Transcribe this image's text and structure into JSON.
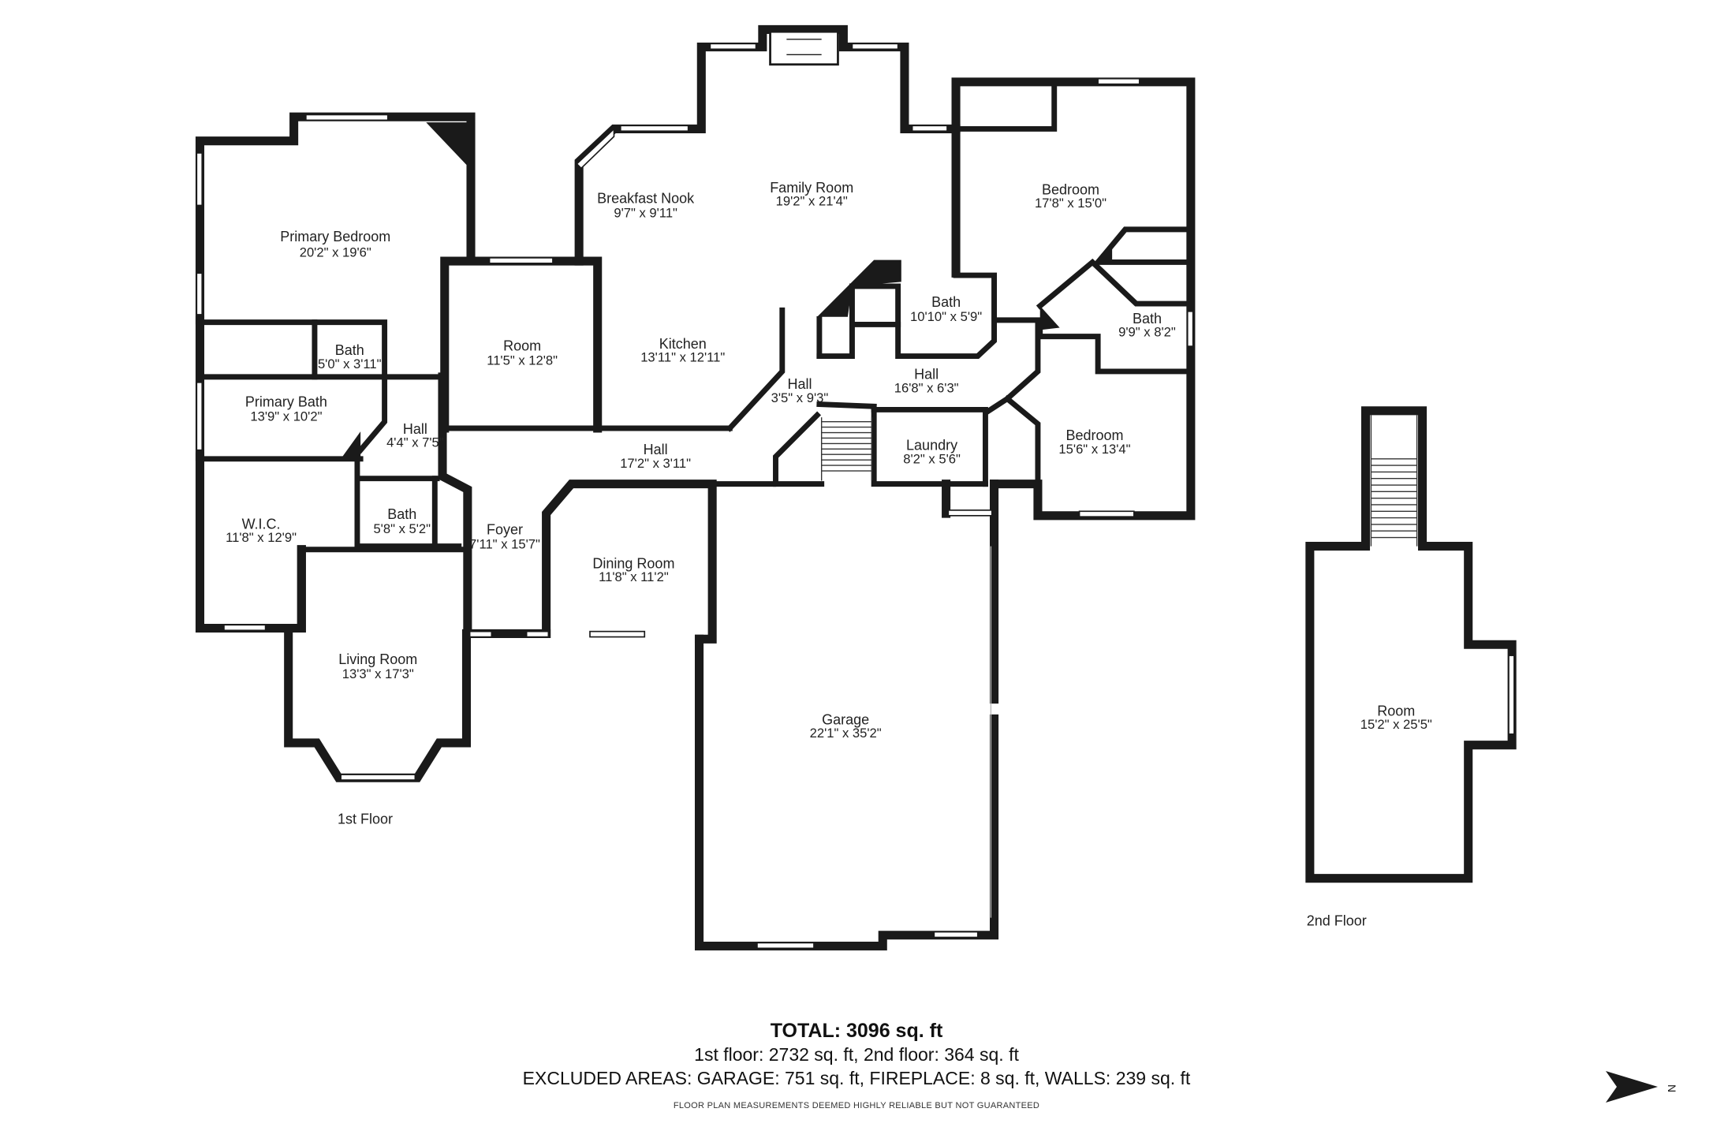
{
  "floors": [
    {
      "label": "1st Floor",
      "rooms": [
        {
          "name": "Primary Bedroom",
          "dims": "20'2\" x 19'6\""
        },
        {
          "name": "Bath",
          "dims": "5'0\" x 3'11\""
        },
        {
          "name": "Primary Bath",
          "dims": "13'9\" x 10'2\""
        },
        {
          "name": "Hall",
          "dims": "4'4\" x 7'5\""
        },
        {
          "name": "W.I.C.",
          "dims": "11'8\" x 12'9\""
        },
        {
          "name": "Bath",
          "dims": "5'8\" x 5'2\""
        },
        {
          "name": "Living Room",
          "dims": "13'3\" x 17'3\""
        },
        {
          "name": "Room",
          "dims": "11'5\" x 12'8\""
        },
        {
          "name": "Foyer",
          "dims": "7'11\" x 15'7\""
        },
        {
          "name": "Breakfast Nook",
          "dims": "9'7\" x 9'11\""
        },
        {
          "name": "Family Room",
          "dims": "19'2\" x 21'4\""
        },
        {
          "name": "Kitchen",
          "dims": "13'11\" x 12'11\""
        },
        {
          "name": "Hall",
          "dims": "17'2\" x 3'11\""
        },
        {
          "name": "Dining Room",
          "dims": "11'8\" x 11'2\""
        },
        {
          "name": "Hall",
          "dims": "3'5\" x 9'3\""
        },
        {
          "name": "Bedroom",
          "dims": "17'8\" x 15'0\""
        },
        {
          "name": "Bath",
          "dims": "10'10\" x 5'9\""
        },
        {
          "name": "Bath",
          "dims": "9'9\" x 8'2\""
        },
        {
          "name": "Hall",
          "dims": "16'8\" x 6'3\""
        },
        {
          "name": "Laundry",
          "dims": "8'2\" x 5'6\""
        },
        {
          "name": "Bedroom",
          "dims": "15'6\" x 13'4\""
        },
        {
          "name": "Garage",
          "dims": "22'1\" x 35'2\""
        }
      ]
    },
    {
      "label": "2nd Floor",
      "rooms": [
        {
          "name": "Room",
          "dims": "15'2\" x 25'5\""
        }
      ]
    }
  ],
  "totals": {
    "total": "TOTAL: 3096 sq. ft",
    "floors_line": "1st floor: 2732 sq. ft, 2nd floor: 364 sq. ft",
    "excluded_line": "EXCLUDED AREAS: GARAGE: 751 sq. ft, FIREPLACE: 8 sq. ft, WALLS: 239 sq. ft"
  },
  "disclaimer": "FLOOR PLAN MEASUREMENTS DEEMED HIGHLY RELIABLE BUT NOT GUARANTEED",
  "compass_label": "N",
  "colors": {
    "wall": "#1a1a1a",
    "background": "#ffffff"
  }
}
